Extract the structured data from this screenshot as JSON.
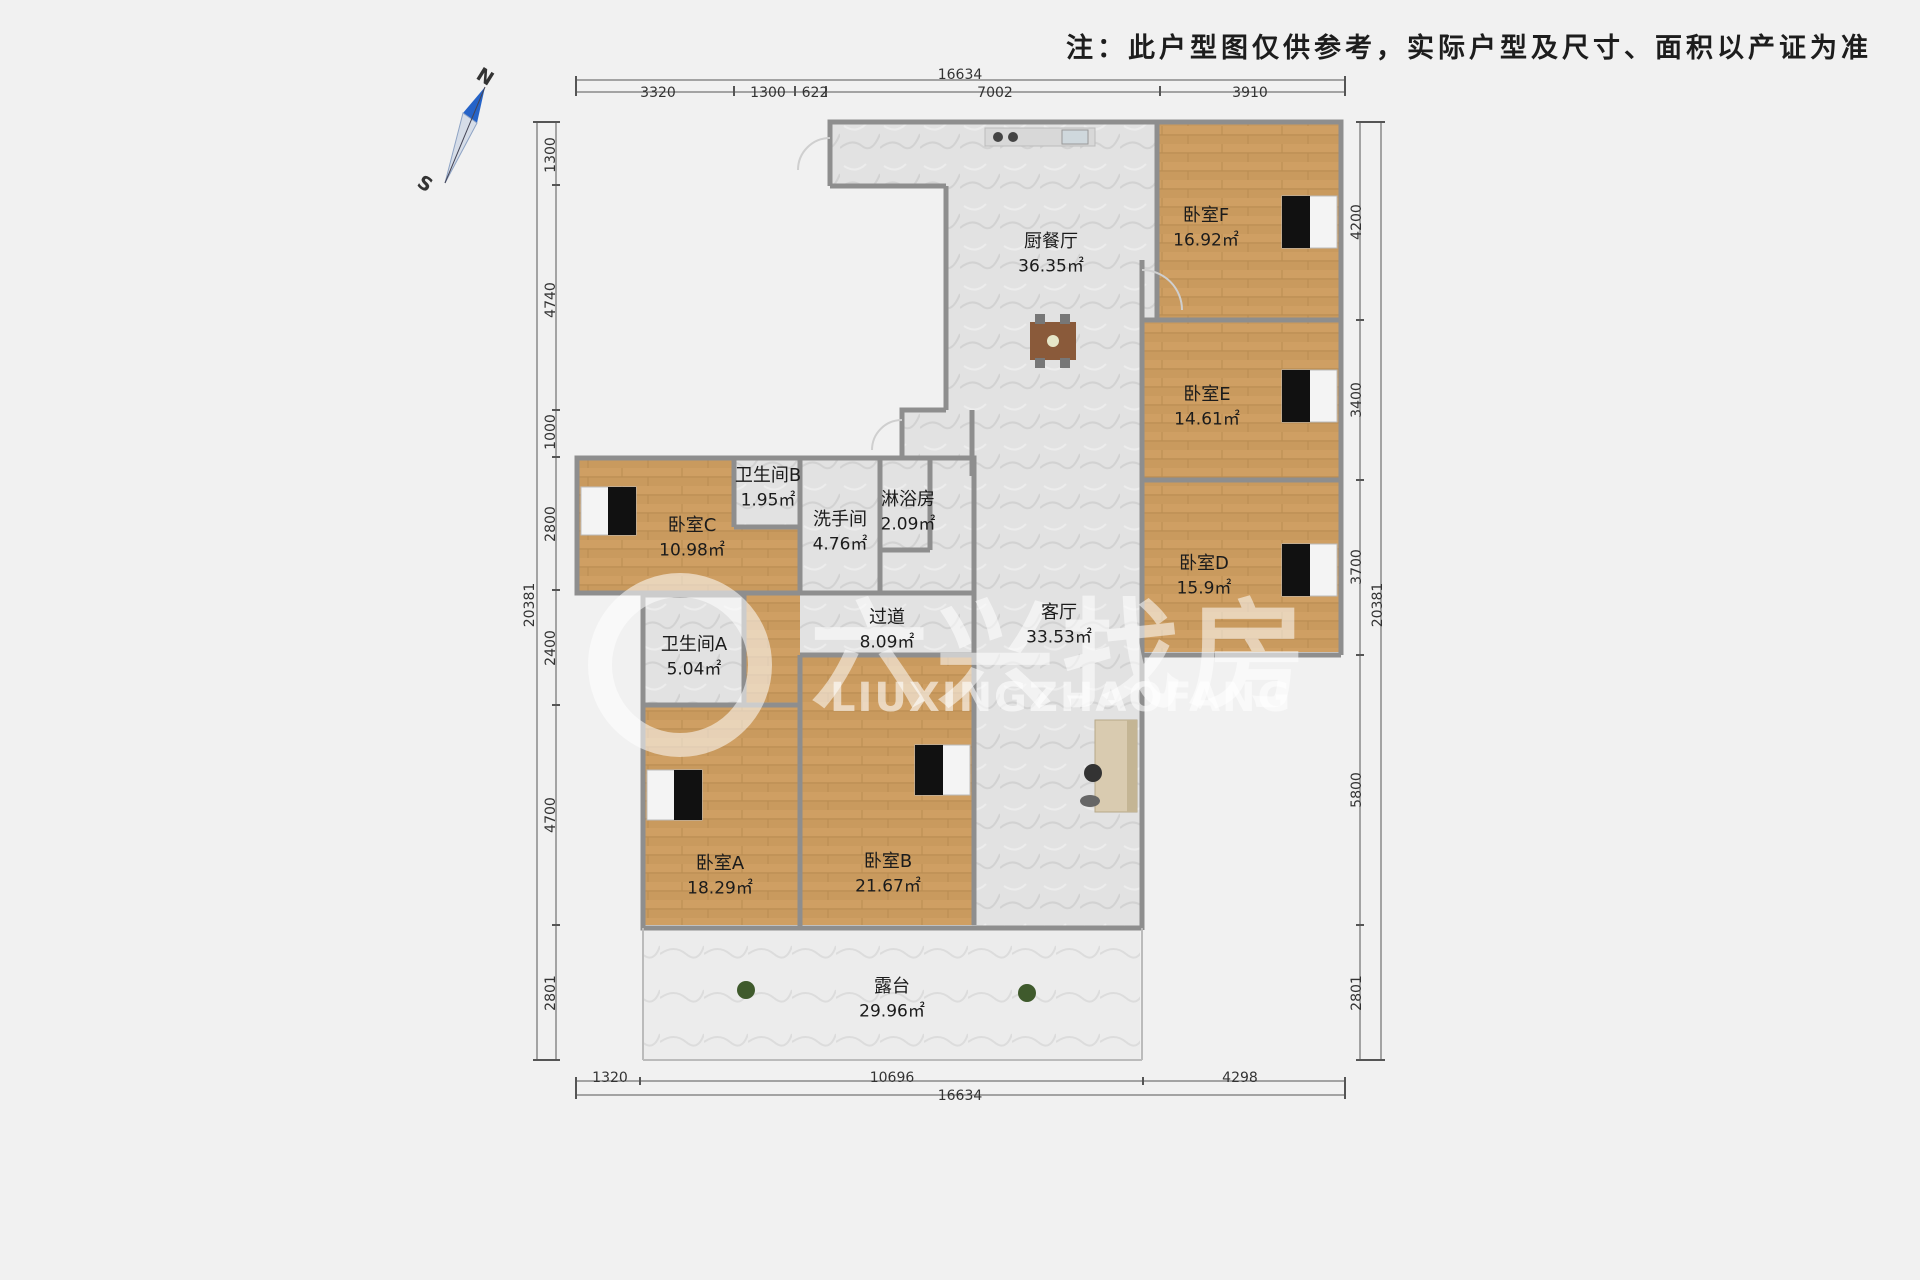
{
  "note": "注：此户型图仅供参考，实际户型及尺寸、面积以产证为准",
  "compass": {
    "north": "N",
    "south": "S"
  },
  "watermark": {
    "chinese": "六兴找房",
    "english": "LIUXINGZHAOFANG"
  },
  "rooms": {
    "kitchen_dining": {
      "name": "厨餐厅",
      "area": "36.35㎡"
    },
    "bedroom_f": {
      "name": "卧室F",
      "area": "16.92㎡"
    },
    "bedroom_e": {
      "name": "卧室E",
      "area": "14.61㎡"
    },
    "bedroom_d": {
      "name": "卧室D",
      "area": "15.9㎡"
    },
    "bedroom_c": {
      "name": "卧室C",
      "area": "10.98㎡"
    },
    "bathroom_b": {
      "name": "卫生间B",
      "area": "1.95㎡"
    },
    "washroom": {
      "name": "洗手间",
      "area": "4.76㎡"
    },
    "shower": {
      "name": "淋浴房",
      "area": "2.09㎡"
    },
    "corridor": {
      "name": "过道",
      "area": "8.09㎡"
    },
    "living": {
      "name": "客厅",
      "area": "33.53㎡"
    },
    "bathroom_a": {
      "name": "卫生间A",
      "area": "5.04㎡"
    },
    "bedroom_a": {
      "name": "卧室A",
      "area": "18.29㎡"
    },
    "bedroom_b": {
      "name": "卧室B",
      "area": "21.67㎡"
    },
    "terrace": {
      "name": "露台",
      "area": "29.96㎡"
    }
  },
  "dimensions": {
    "top_total": "16634",
    "top_segments": [
      "3320",
      "1300",
      "622",
      "7002",
      "3910"
    ],
    "bottom_segments": [
      "1320",
      "10696",
      "4298"
    ],
    "bottom_total": "16634",
    "left_segments": [
      "1300",
      "4740",
      "1000",
      "2800",
      "2400",
      "4700",
      "2801"
    ],
    "left_total": "20381",
    "right_segments": [
      "4200",
      "3400",
      "3700",
      "5800",
      "2801"
    ],
    "right_total": "20381"
  },
  "colors": {
    "wood": "#c99a5e",
    "tile": "#e4e4e4",
    "wall": "#8e8e8e",
    "background": "#f1f1f1"
  }
}
